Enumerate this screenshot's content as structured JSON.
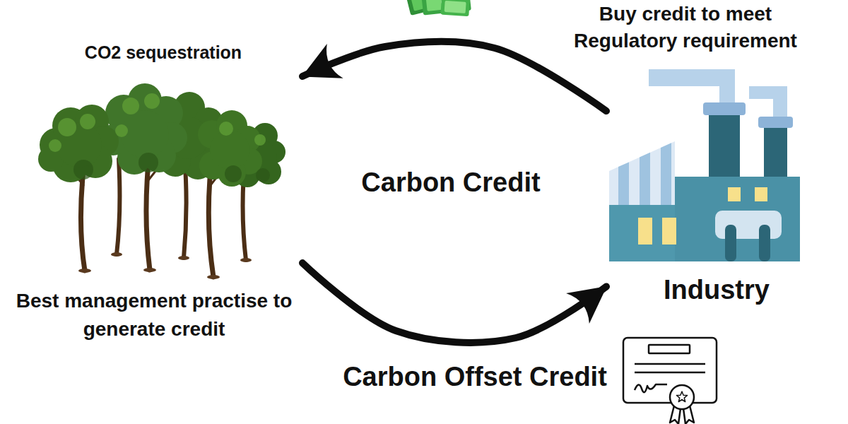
{
  "diagram": {
    "nodes": [
      {
        "text": [
          "CO2 sequestration",
          "Best management practise to generate credit"
        ]
      },
      {
        "text": [
          "Industry"
        ]
      }
    ],
    "edges": [
      {
        "from": 1,
        "to": 0,
        "arrow": "to",
        "label": "Buy credit to meet Regulatory requirement"
      },
      {
        "from": 0,
        "to": 1,
        "arrow": "to",
        "label": "Carbon Offset Credit"
      }
    ],
    "labels": [
      "Carbon Credit"
    ]
  }
}
